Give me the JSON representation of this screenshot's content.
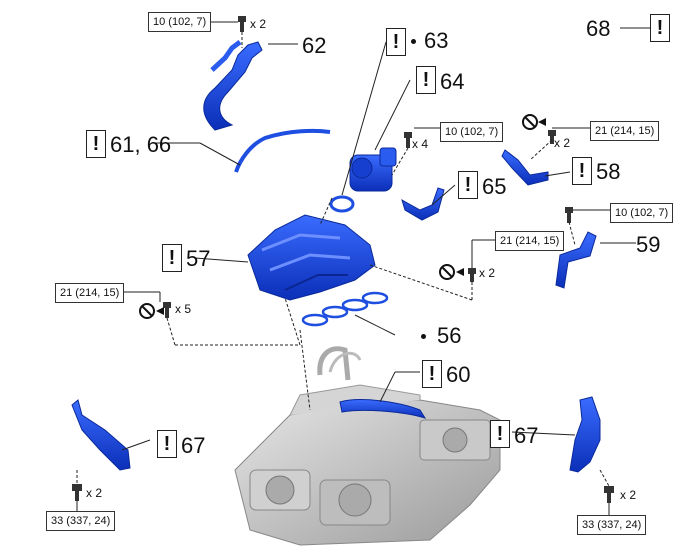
{
  "callouts": {
    "c62": "62",
    "c63": "63",
    "c64": "64",
    "c6166": "61, 66",
    "c65": "65",
    "c58": "58",
    "c57": "57",
    "c59": "59",
    "c56": "56",
    "c60": "60",
    "c67a": "67",
    "c67b": "67",
    "c68": "68"
  },
  "warning_symbol": "!",
  "torque": {
    "t1": "10 (102, 7)",
    "t2": "10 (102, 7)",
    "t3": "21 (214, 15)",
    "t4": "10 (102, 7)",
    "t5": "21 (214, 15)",
    "t6": "21 (214, 15)",
    "t7": "33 (337, 24)",
    "t8": "33 (337, 24)"
  },
  "quantities": {
    "q1": "x 2",
    "q2": "x 4",
    "q3": "x 2",
    "q4": "x 2",
    "q5": "x 5",
    "q6": "x 2",
    "q7": "x 2"
  },
  "colors": {
    "part_blue": "#1f4fe0",
    "part_dark": "#0b2a9a",
    "engine_gray": "#b9b9b9",
    "leader": "#222222"
  }
}
